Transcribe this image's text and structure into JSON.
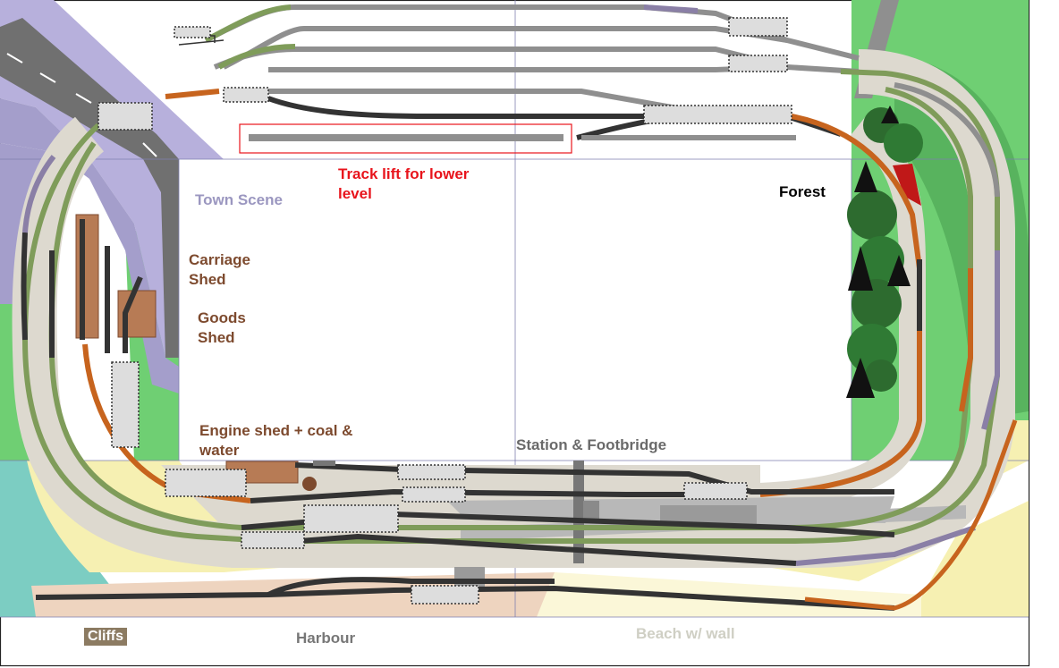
{
  "labels": {
    "track_lift": "Track lift for lower\nlevel",
    "town_scene": "Town Scene",
    "forest": "Forest",
    "carriage_shed": "Carriage\nShed",
    "goods_shed": "Goods\nShed",
    "engine_shed": "Engine shed + coal &\nwater",
    "station": "Station & Footbridge",
    "cliffs": "Cliffs",
    "harbour": "Harbour",
    "beach": "Beach w/ wall"
  },
  "colors": {
    "track_lift_text": "#e8141c",
    "town_scene_text": "#9b97c0",
    "forest_text": "#000000",
    "shed_text": "#7d4a2e",
    "station_text": "#6a6a6a",
    "cliffs_box": "#8c7b62",
    "harbour_text": "#777777",
    "beach_text": "#cfcfc4",
    "track_dark": "#333333",
    "track_grey": "#8f8f8f",
    "track_green": "#7f9c5a",
    "track_orange": "#c7641e",
    "track_purple": "#8a7fa6",
    "ballast": "#ddd9cf",
    "town_purple": "#b7b0dc",
    "grass": "#6fcf73",
    "sand": "#f6f0b2",
    "sea": "#7ccdc2",
    "platform": "#b8b8b8"
  }
}
